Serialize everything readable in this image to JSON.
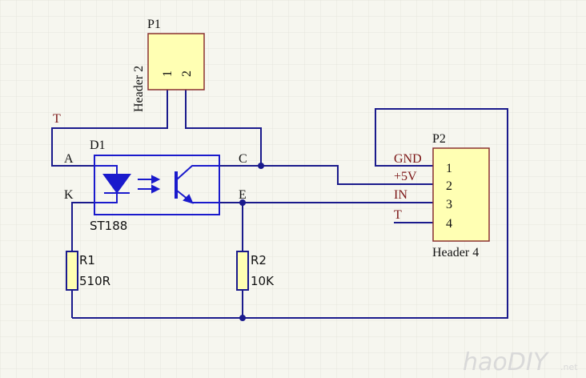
{
  "colors": {
    "background": "#f6f6ef",
    "grid": "#e5e5dc",
    "wire": "#1a1a8c",
    "component_fill": "#ffffb3",
    "component_border": "#8a3030",
    "optocoupler": "#1a1acc",
    "net_label": "#7a1414"
  },
  "connectors": {
    "p1": {
      "designator": "P1",
      "name": "Header 2",
      "pins": [
        "1",
        "2"
      ]
    },
    "p2": {
      "designator": "P2",
      "name": "Header 4",
      "pins": [
        "1",
        "2",
        "3",
        "4"
      ]
    }
  },
  "optocoupler": {
    "designator": "D1",
    "part": "ST188",
    "pins": {
      "anode": "A",
      "cathode": "K",
      "collector": "C",
      "emitter": "E"
    }
  },
  "resistors": [
    {
      "designator": "R1",
      "value": "510R"
    },
    {
      "designator": "R2",
      "value": "10K"
    }
  ],
  "net_labels": {
    "t_left": "T",
    "p2_pin1": "GND",
    "p2_pin2": "+5V",
    "p2_pin3": "IN",
    "p2_pin4": "T"
  },
  "watermark": {
    "text": "haoDIY",
    "suffix": ".net"
  }
}
